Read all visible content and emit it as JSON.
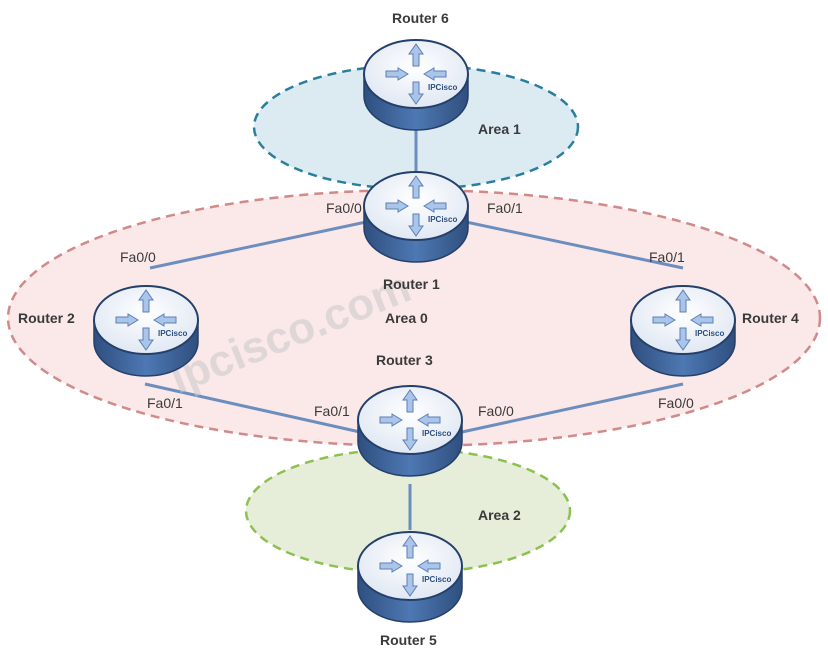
{
  "areas": [
    {
      "id": "area1",
      "label": "Area 1",
      "color": "#2a7f9e",
      "fill": "#d7e9ef"
    },
    {
      "id": "area0",
      "label": "Area 0",
      "color": "#d08a8a",
      "fill": "#fbe8e8"
    },
    {
      "id": "area2",
      "label": "Area 2",
      "color": "#8cc152",
      "fill": "#e3ecd6"
    }
  ],
  "routers": [
    {
      "id": "r6",
      "label": "Router 6",
      "brand": "IPCisco"
    },
    {
      "id": "r1",
      "label": "Router 1",
      "brand": "IPCisco"
    },
    {
      "id": "r2",
      "label": "Router 2",
      "brand": "IPCisco"
    },
    {
      "id": "r4",
      "label": "Router 4",
      "brand": "IPCisco"
    },
    {
      "id": "r3",
      "label": "Router 3",
      "brand": "IPCisco"
    },
    {
      "id": "r5",
      "label": "Router 5",
      "brand": "IPCisco"
    }
  ],
  "interfaces": {
    "r1_left": "Fa0/0",
    "r1_right": "Fa0/1",
    "r2_top": "Fa0/0",
    "r2_bottom": "Fa0/1",
    "r4_top": "Fa0/1",
    "r4_bottom": "Fa0/0",
    "r3_left": "Fa0/1",
    "r3_right": "Fa0/0"
  },
  "watermark": "ipcisco.com",
  "colors": {
    "link": "#6c8ebf",
    "router_top": "#eef2f8",
    "router_side": "#3a5f94",
    "arrow": "#a9c3e8"
  }
}
